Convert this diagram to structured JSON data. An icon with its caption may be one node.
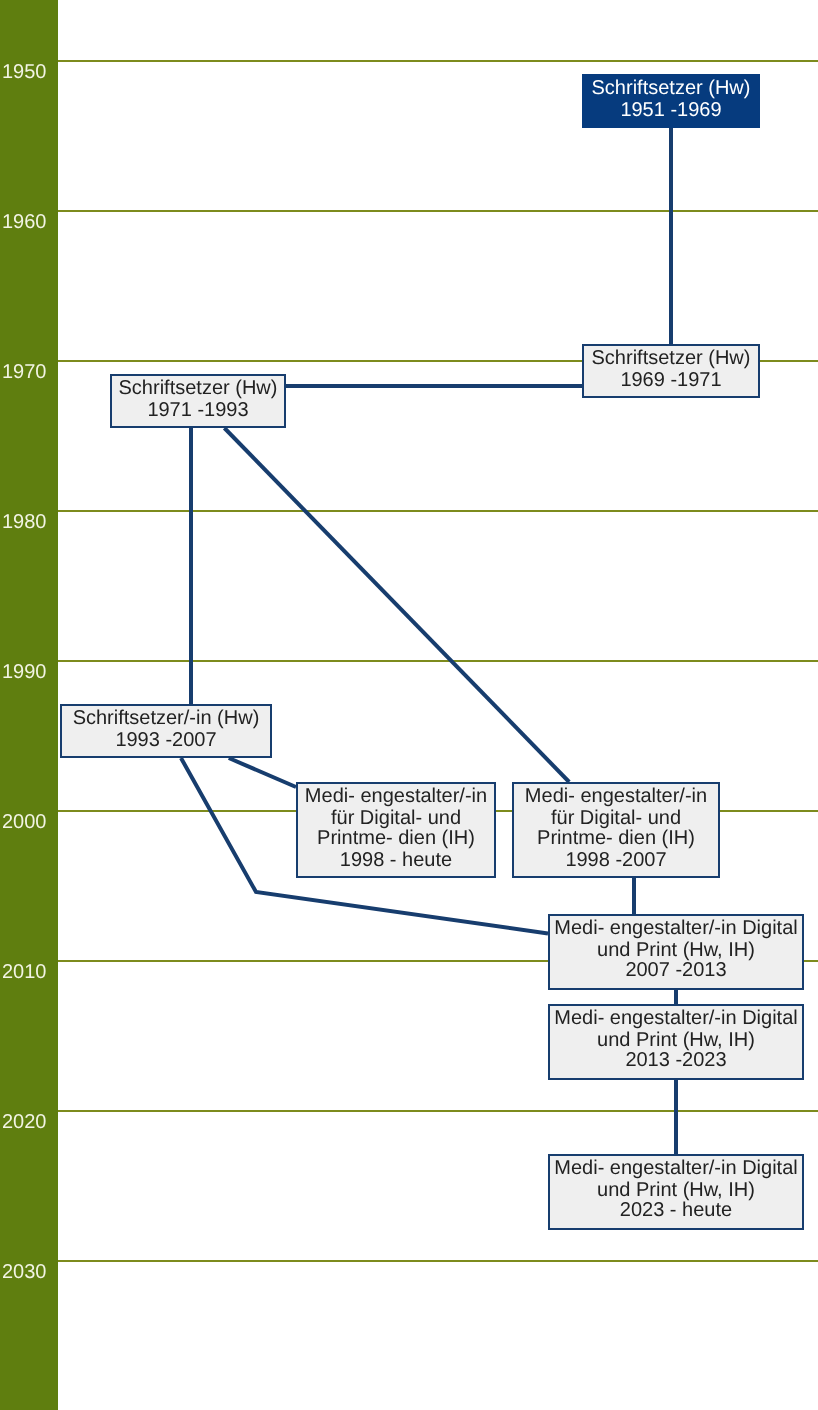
{
  "diagram": {
    "nodes": [
      {
        "text": [
          "Schriftsetzer (Hw)",
          "1951 -1969"
        ]
      },
      {
        "text": [
          "Schriftsetzer (Hw)",
          "1969 -1971"
        ]
      },
      {
        "text": [
          "Schriftsetzer (Hw)",
          "1971 -1993"
        ]
      },
      {
        "text": [
          "Schriftsetzer/-in (Hw)",
          "1993 -2007"
        ]
      },
      {
        "text": [
          "Medi- engestalter/-in für Digital- und Printme- dien (IH)",
          "1998 - heute"
        ]
      },
      {
        "text": [
          "Medi- engestalter/-in für Digital- und Printme- dien (IH)",
          "1998 -2007"
        ]
      },
      {
        "text": [
          "Medi- engestalter/-in Digital und Print (Hw, IH)",
          "2007 -2013"
        ]
      },
      {
        "text": [
          "Medi- engestalter/-in Digital und Print (Hw, IH)",
          "2013 -2023"
        ]
      },
      {
        "text": [
          "Medi- engestalter/-in Digital und Print (Hw, IH)",
          "2023 - heute"
        ]
      }
    ],
    "edges": [
      {
        "from": 0,
        "to": 1,
        "arrow": "none"
      },
      {
        "from": 1,
        "to": 2,
        "arrow": "none"
      },
      {
        "from": 2,
        "to": 3,
        "arrow": "none"
      },
      {
        "from": 2,
        "to": 5,
        "arrow": "none"
      },
      {
        "from": 3,
        "to": 4,
        "arrow": "none"
      },
      {
        "from": 3,
        "to": 6,
        "arrow": "none"
      },
      {
        "from": 5,
        "to": 6,
        "arrow": "none"
      },
      {
        "from": 6,
        "to": 7,
        "arrow": "none"
      },
      {
        "from": 7,
        "to": 8,
        "arrow": "none"
      }
    ],
    "labels": [
      "1950",
      "1960",
      "1970",
      "1980",
      "1990",
      "2000",
      "2010",
      "2020",
      "2030"
    ]
  }
}
